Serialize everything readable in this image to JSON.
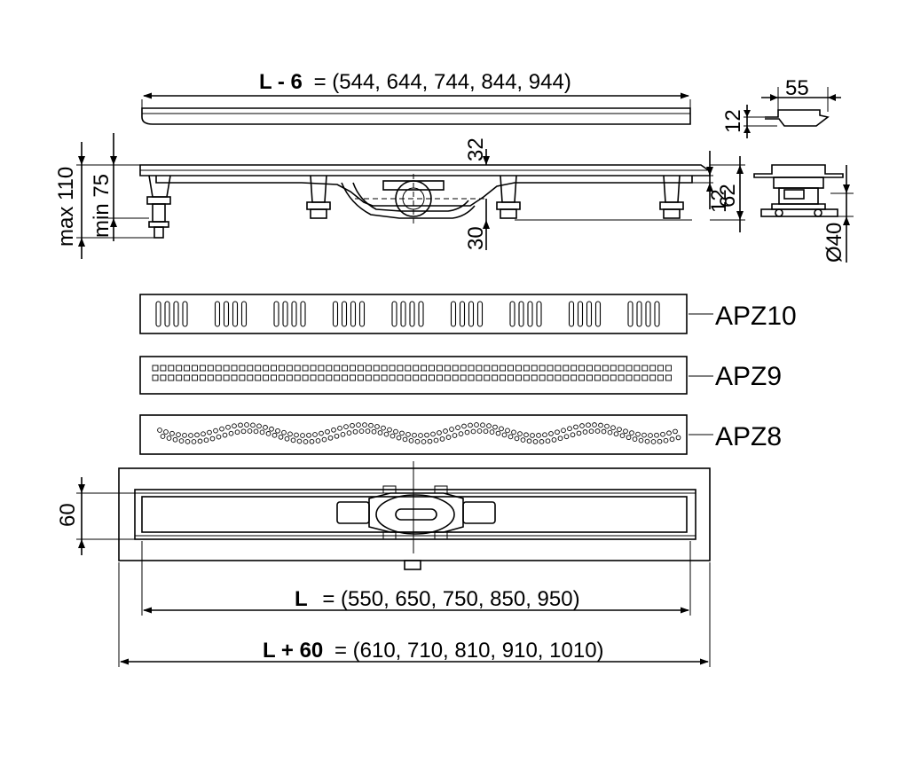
{
  "dimensions": {
    "top_length_label": "L - 6",
    "top_length_values": "= (544, 644, 744, 844, 944)",
    "width_55": "55",
    "height_12_top": "12",
    "height_32": "32",
    "max_110": "max 110",
    "min_75": "min 75",
    "height_30": "30",
    "height_12_side": "12",
    "height_62": "62",
    "diameter_40": "Ø40",
    "width_60": "60",
    "length_label": "L",
    "length_values": "= (550, 650, 750, 850, 950)",
    "total_length_label": "L + 60",
    "total_length_values": "= (610, 710, 810, 910, 1010)"
  },
  "grates": [
    {
      "label": "APZ10"
    },
    {
      "label": "APZ9"
    },
    {
      "label": "APZ8"
    }
  ]
}
